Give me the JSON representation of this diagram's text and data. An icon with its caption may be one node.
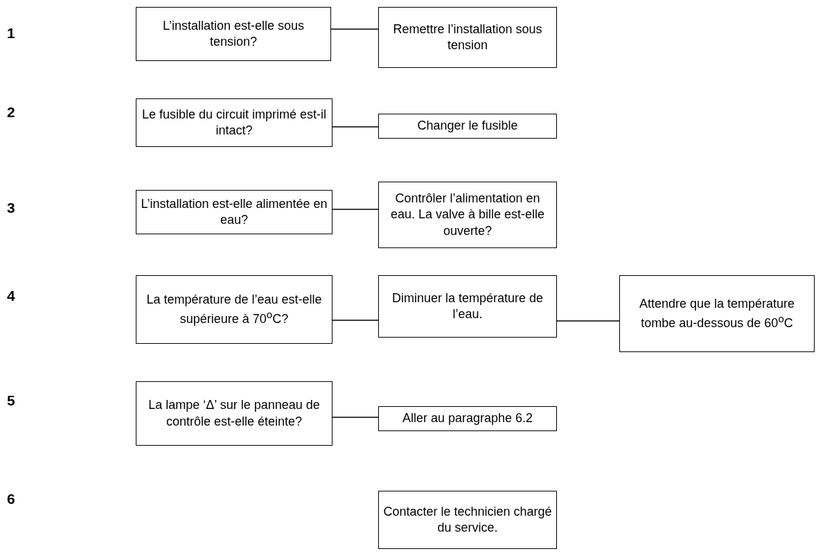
{
  "diagram": {
    "nodes": [
      {
        "text": [
          "L’installation est-elle sous tension?"
        ]
      },
      {
        "text": [
          "Remettre l’installation sous tension"
        ]
      },
      {
        "text": [
          "Le fusible du circuit imprimé est-il intact?"
        ]
      },
      {
        "text": [
          "Changer le fusible"
        ]
      },
      {
        "text": [
          "L’installation est-elle alimentée en eau?"
        ]
      },
      {
        "text": [
          "Contrôler l’alimentation en eau. La valve à bille est-elle ouverte?"
        ]
      },
      {
        "text": [
          "La température de l’eau est-elle supérieure à 70$^{o}$C?"
        ]
      },
      {
        "text": [
          "Diminuer la température de l’eau."
        ]
      },
      {
        "text": [
          "Attendre que la température tombe au-dessous de 60$^{o}$C"
        ]
      },
      {
        "text": [
          "La lampe ‘Δ’ sur le panneau de contrôle est-elle éteinte?"
        ]
      },
      {
        "text": [
          "Aller au paragraphe 6.2"
        ]
      },
      {
        "text": [
          "Contacter le technicien chargé du service."
        ]
      }
    ],
    "edges": [
      {
        "from": 0,
        "to": 1,
        "arrow": "none"
      },
      {
        "from": 2,
        "to": 3,
        "arrow": "none"
      },
      {
        "from": 4,
        "to": 5,
        "arrow": "none"
      },
      {
        "from": 6,
        "to": 7,
        "arrow": "none"
      },
      {
        "from": 7,
        "to": 8,
        "arrow": "none"
      },
      {
        "from": 9,
        "to": 10,
        "arrow": "none"
      }
    ],
    "labels": [
      "1",
      "2",
      "3",
      "4",
      "5",
      "6"
    ]
  }
}
